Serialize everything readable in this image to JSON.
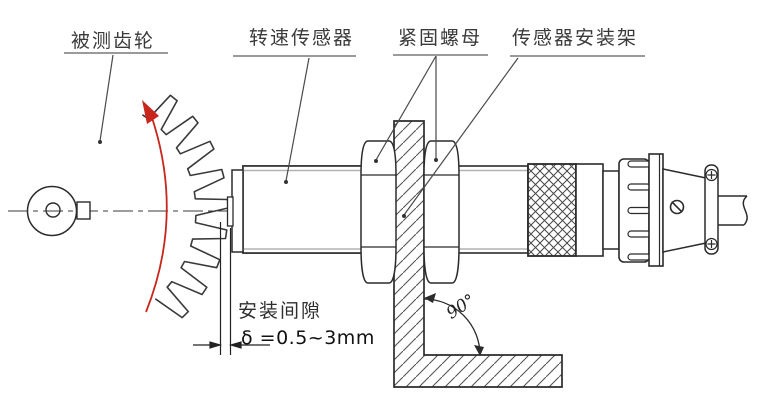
{
  "diagram": {
    "title_implicit": "speed sensor installation diagram",
    "callouts": [
      {
        "id": "measured-gear",
        "label": "被测齿轮"
      },
      {
        "id": "speed-sensor",
        "label": "转速传感器"
      },
      {
        "id": "fastening-nut",
        "label": "紧固螺母"
      },
      {
        "id": "sensor-bracket",
        "label": "传感器安装架"
      }
    ],
    "annotations": {
      "install_gap_label": "安装间隙",
      "install_gap_value": "δ =0.5~3mm",
      "angle": "90°"
    },
    "colors": {
      "rotation_arrow": "#c8251b",
      "outline": "#2b2b2b",
      "label_text": "#3a3a3a",
      "underline": "#9a9a9a"
    }
  }
}
